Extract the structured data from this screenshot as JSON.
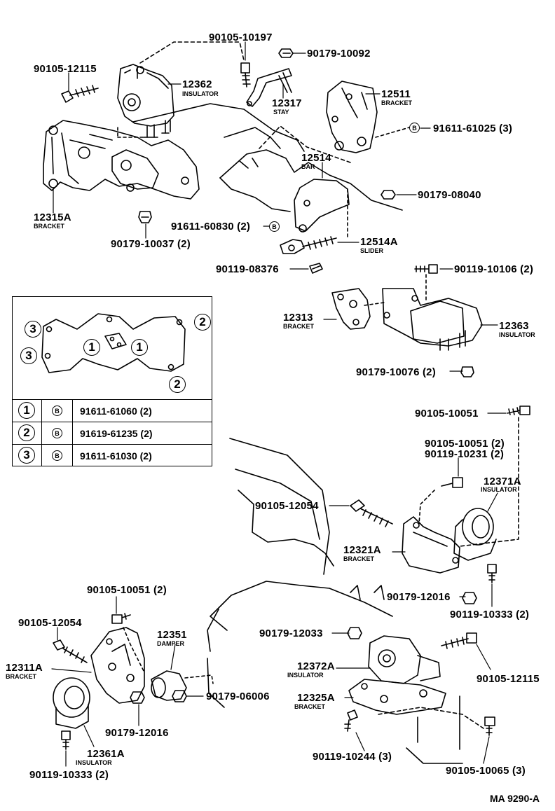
{
  "parts": {
    "p90105_10197": "90105-10197",
    "p90179_10092": "90179-10092",
    "p90105_12115_top": "90105-12115",
    "p12362": "12362",
    "p12362_sub": "INSULATOR",
    "p12317": "12317",
    "p12317_sub": "STAY",
    "p12511": "12511",
    "p12511_sub": "BRACKET",
    "p91611_61025": "91611-61025 (3)",
    "p12514": "12514",
    "p12514_sub": "BAR",
    "p90179_08040": "90179-08040",
    "p12315A": "12315A",
    "p12315A_sub": "BRACKET",
    "p91611_60830": "91611-60830 (2)",
    "p12514A": "12514A",
    "p12514A_sub": "SLIDER",
    "p90179_10037": "90179-10037 (2)",
    "p90119_08376": "90119-08376",
    "p90119_10106": "90119-10106 (2)",
    "p12313": "12313",
    "p12313_sub": "BRACKET",
    "p12363": "12363",
    "p12363_sub": "INSULATOR",
    "p90179_10076": "90179-10076 (2)",
    "p90105_10051_a": "90105-10051",
    "p90105_10051_b": "90105-10051 (2)",
    "p90119_10231": "90119-10231 (2)",
    "p12371A": "12371A",
    "p12371A_sub": "INSULATOR",
    "p90105_12054_mid": "90105-12054",
    "p12321A": "12321A",
    "p12321A_sub": "BRACKET",
    "p90179_12016_r": "90179-12016",
    "p90119_10333_r": "90119-10333 (2)",
    "p90105_10051_c": "90105-10051 (2)",
    "p90105_12054_l": "90105-12054",
    "p12351": "12351",
    "p12351_sub": "DAMPER",
    "p12311A": "12311A",
    "p12311A_sub": "BRACKET",
    "p90179_06006": "90179-06006",
    "p90179_12016_l": "90179-12016",
    "p12361A": "12361A",
    "p12361A_sub": "INSULATOR",
    "p90119_10333_l": "90119-10333 (2)",
    "p90179_12033": "90179-12033",
    "p12372A": "12372A",
    "p12372A_sub": "INSULATOR",
    "p12325A": "12325A",
    "p12325A_sub": "BRACKET",
    "p90105_12115_r": "90105-12115",
    "p90119_10244": "90119-10244 (3)",
    "p90105_10065": "90105-10065 (3)"
  },
  "legend": {
    "markers": [
      "3",
      "2",
      "3",
      "1",
      "1",
      "2"
    ],
    "bolt_symbol": "B",
    "rows": [
      {
        "num": "1",
        "sym": "B",
        "code": "91611-61060 (2)"
      },
      {
        "num": "2",
        "sym": "B",
        "code": "91619-61235 (2)"
      },
      {
        "num": "3",
        "sym": "B",
        "code": "91611-61030 (2)"
      }
    ]
  },
  "symbol_b": "B",
  "footer_code": "MA 9290-A"
}
